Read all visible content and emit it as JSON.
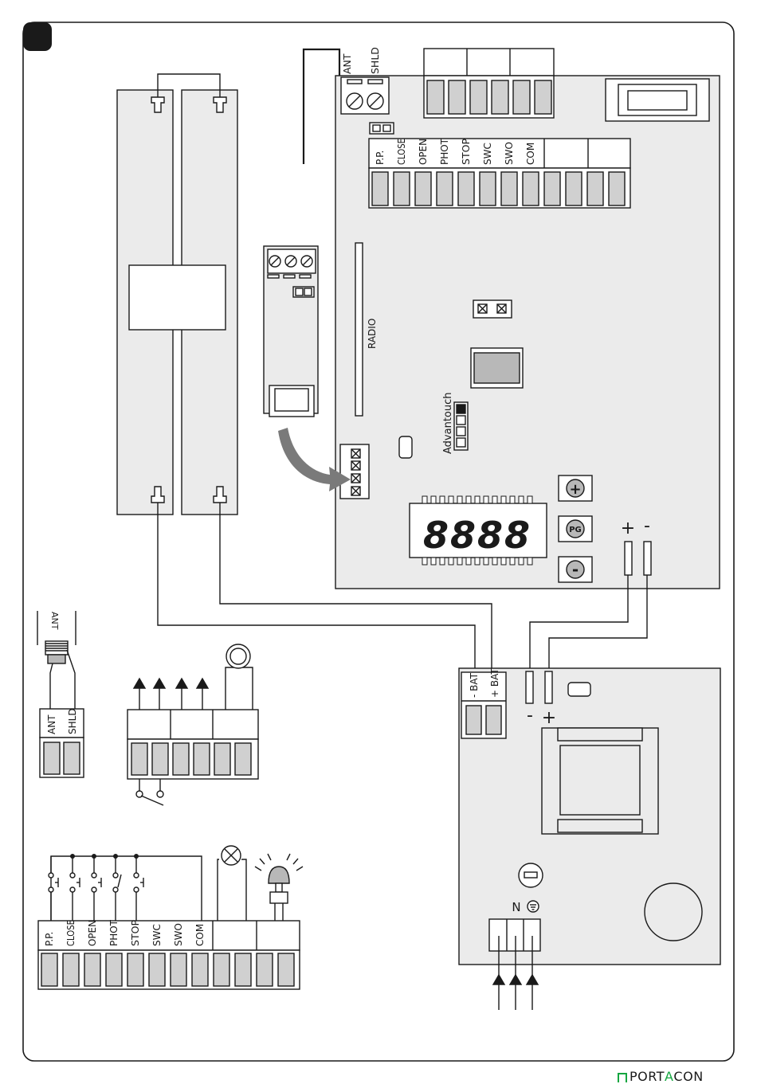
{
  "main_board": {
    "antenna_terminal": [
      "ANT",
      "SHLD"
    ],
    "input_terminals": [
      "P.P.",
      "CLOSE",
      "OPEN",
      "PHOT",
      "STOP",
      "SWC",
      "SWO",
      "COM"
    ],
    "radio_slot_label": "RADIO",
    "advantouch_label": "Advantouch",
    "display_digits": "8888",
    "buttons": [
      "+",
      "PG",
      "-"
    ],
    "battery_output_polarity": [
      "+",
      "-"
    ]
  },
  "battery_charger": {
    "terminals": [
      "- BAT",
      "+ BAT"
    ],
    "wire_polarity": [
      "-",
      "+"
    ],
    "mains_labels": [
      "N"
    ]
  },
  "antenna_detail": {
    "cable_label": "ANT",
    "terminals": [
      "ANT",
      "SHLD"
    ]
  },
  "input_detail": {
    "terminals": [
      "P.P.",
      "CLOSE",
      "OPEN",
      "PHOT",
      "STOP",
      "SWC",
      "SWO",
      "COM"
    ]
  },
  "brand": {
    "part1": "PORT",
    "accent": "A",
    "part2": "CON",
    "accent_color": "#15a640"
  }
}
